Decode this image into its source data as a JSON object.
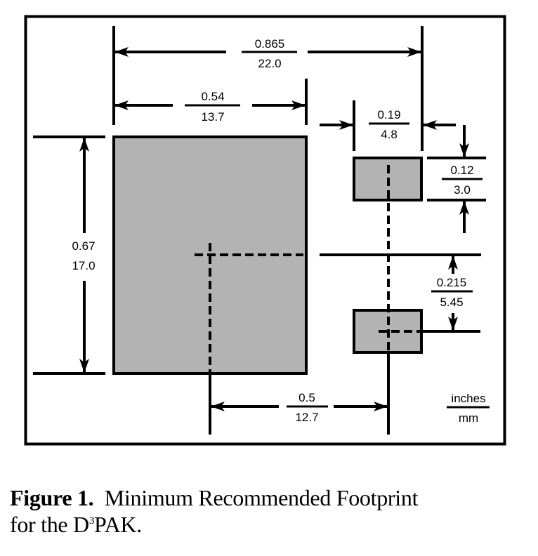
{
  "figure": {
    "units": {
      "top": "inches",
      "bottom": "mm"
    },
    "colors": {
      "pad_fill": "#b3b3b3",
      "line": "#000000",
      "background": "#ffffff"
    },
    "dimensions": {
      "overall_width": {
        "inches": "0.865",
        "mm": "22.0"
      },
      "large_pad_width": {
        "inches": "0.54",
        "mm": "13.7"
      },
      "small_pad_width": {
        "inches": "0.19",
        "mm": "4.8"
      },
      "small_pad_height": {
        "inches": "0.12",
        "mm": "3.0"
      },
      "large_pad_height": {
        "inches": "0.67",
        "mm": "17.0"
      },
      "pad_pitch": {
        "inches": "0.215",
        "mm": "5.45"
      },
      "center_spacing": {
        "inches": "0.5",
        "mm": "12.7"
      }
    }
  },
  "caption": {
    "label": "Figure 1.",
    "text_line1": "Minimum Recommended Footprint",
    "text_line2_prefix": "for the D",
    "superscript": "3",
    "text_line2_suffix": "PAK."
  }
}
